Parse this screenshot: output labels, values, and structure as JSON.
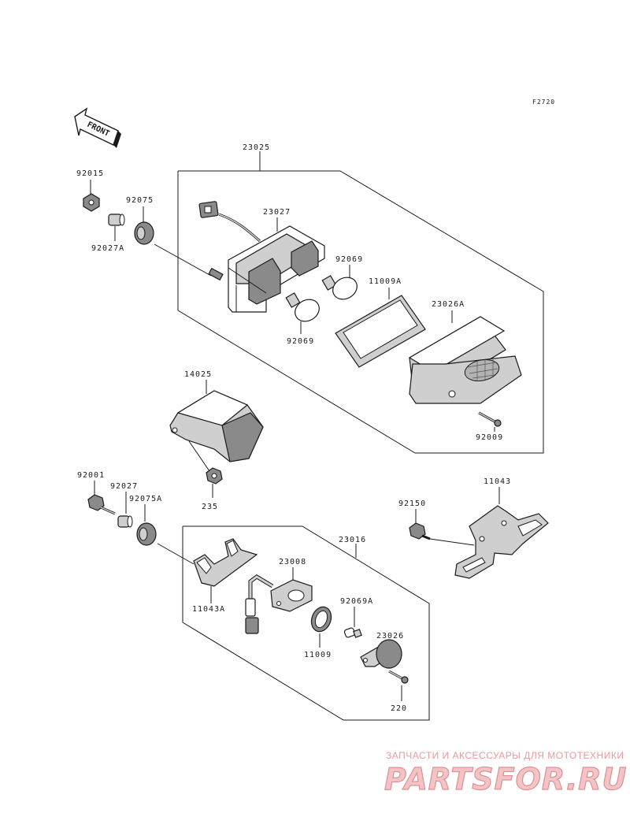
{
  "figure_code": "F2720",
  "front_label": "FRONT",
  "parts": {
    "p23025": "23025",
    "p92015": "92015",
    "p92075": "92075",
    "p92027A": "92027A",
    "p23027": "23027",
    "p92069_top": "92069",
    "p11009A": "11009A",
    "p23026A": "23026A",
    "p92069_bottom": "92069",
    "p92009": "92009",
    "p14025": "14025",
    "p235": "235",
    "p92001": "92001",
    "p92027": "92027",
    "p92075A": "92075A",
    "p23016": "23016",
    "p23008": "23008",
    "p11043A": "11043A",
    "p92069A": "92069A",
    "p23026": "23026",
    "p11009": "11009",
    "p220": "220",
    "p92150": "92150",
    "p11043": "11043"
  },
  "watermark": {
    "tagline": "ЗАПЧАСТИ И АКСЕССУАРЫ ДЛЯ МОТОТЕХНИКИ",
    "brand": "PARTSFOR.RU"
  }
}
